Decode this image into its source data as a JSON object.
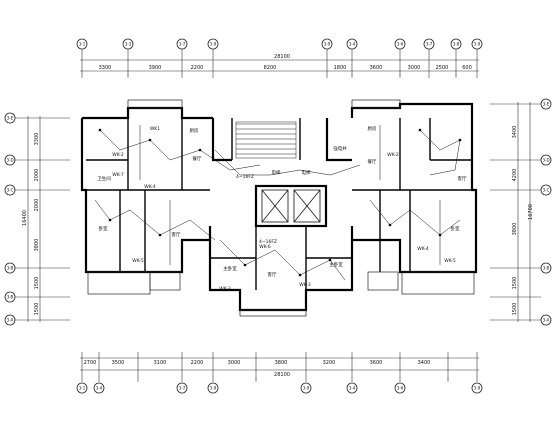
{
  "overall_dims": {
    "top": "28100",
    "bottom": "28100",
    "left": "16400",
    "right": "16700"
  },
  "top_dims": [
    "3300",
    "3900",
    "2200",
    "8200",
    "1800",
    "3600",
    "3000",
    "2500",
    "600"
  ],
  "bottom_dims": [
    "2700",
    "3500",
    "3100",
    "2200",
    "3000",
    "3800",
    "3200",
    "3600",
    "3400"
  ],
  "left_dims": [
    "3300",
    "2000",
    "2000",
    "3800",
    "1500",
    "1500"
  ],
  "right_dims": [
    "3400",
    "4200",
    "3800",
    "1500",
    "1500"
  ],
  "top_axes": [
    "3-1",
    "3-3",
    "3-7",
    "3-9",
    "3-9",
    "3-4",
    "3-6",
    "3-7",
    "3-8",
    "3-9"
  ],
  "bottom_axes": [
    "3-1",
    "3-4",
    "3-7",
    "3-9",
    "3-9",
    "3-4",
    "3-6",
    "3-9"
  ],
  "left_axes": [
    "3-E",
    "3-D",
    "3-C",
    "3-B",
    "3-B",
    "3-A"
  ],
  "right_axes": [
    "3-E",
    "3-D",
    "3-C",
    "3-B",
    "3-A"
  ],
  "rooms": [
    {
      "key": "wk1",
      "text": "WK1"
    },
    {
      "key": "wk2",
      "text": "WK-2"
    },
    {
      "key": "wk2r",
      "text": "WK-2"
    },
    {
      "key": "wk3",
      "text": "WK-3"
    },
    {
      "key": "wk4",
      "text": "WK-4"
    },
    {
      "key": "wk4r",
      "text": "WK-4"
    },
    {
      "key": "wk5",
      "text": "WK-5"
    },
    {
      "key": "wk5r",
      "text": "WK-5"
    },
    {
      "key": "wk6",
      "text": "WK-6"
    },
    {
      "key": "wk7",
      "text": "WK-7"
    },
    {
      "key": "wk3c",
      "text": "WK-3"
    },
    {
      "key": "bedroom_l",
      "text": "卧室"
    },
    {
      "key": "bedroom_r",
      "text": "卧室"
    },
    {
      "key": "master_l",
      "text": "主卧室"
    },
    {
      "key": "master_r",
      "text": "主卧室"
    },
    {
      "key": "kitchen_l",
      "text": "厨房"
    },
    {
      "key": "kitchen_r",
      "text": "厨房"
    },
    {
      "key": "dining_l",
      "text": "餐厅"
    },
    {
      "key": "dining_r",
      "text": "餐厅"
    },
    {
      "key": "living_l",
      "text": "客厅"
    },
    {
      "key": "living_r",
      "text": "客厅"
    },
    {
      "key": "living_c",
      "text": "客厅"
    },
    {
      "key": "bath",
      "text": "卫生间"
    },
    {
      "key": "elev",
      "text": "电梯"
    },
    {
      "key": "elev2",
      "text": "电梯"
    },
    {
      "key": "shaft",
      "text": "强电井"
    },
    {
      "key": "stair",
      "text": "4~16FZ"
    },
    {
      "key": "stair2",
      "text": "4~16FZ"
    }
  ]
}
